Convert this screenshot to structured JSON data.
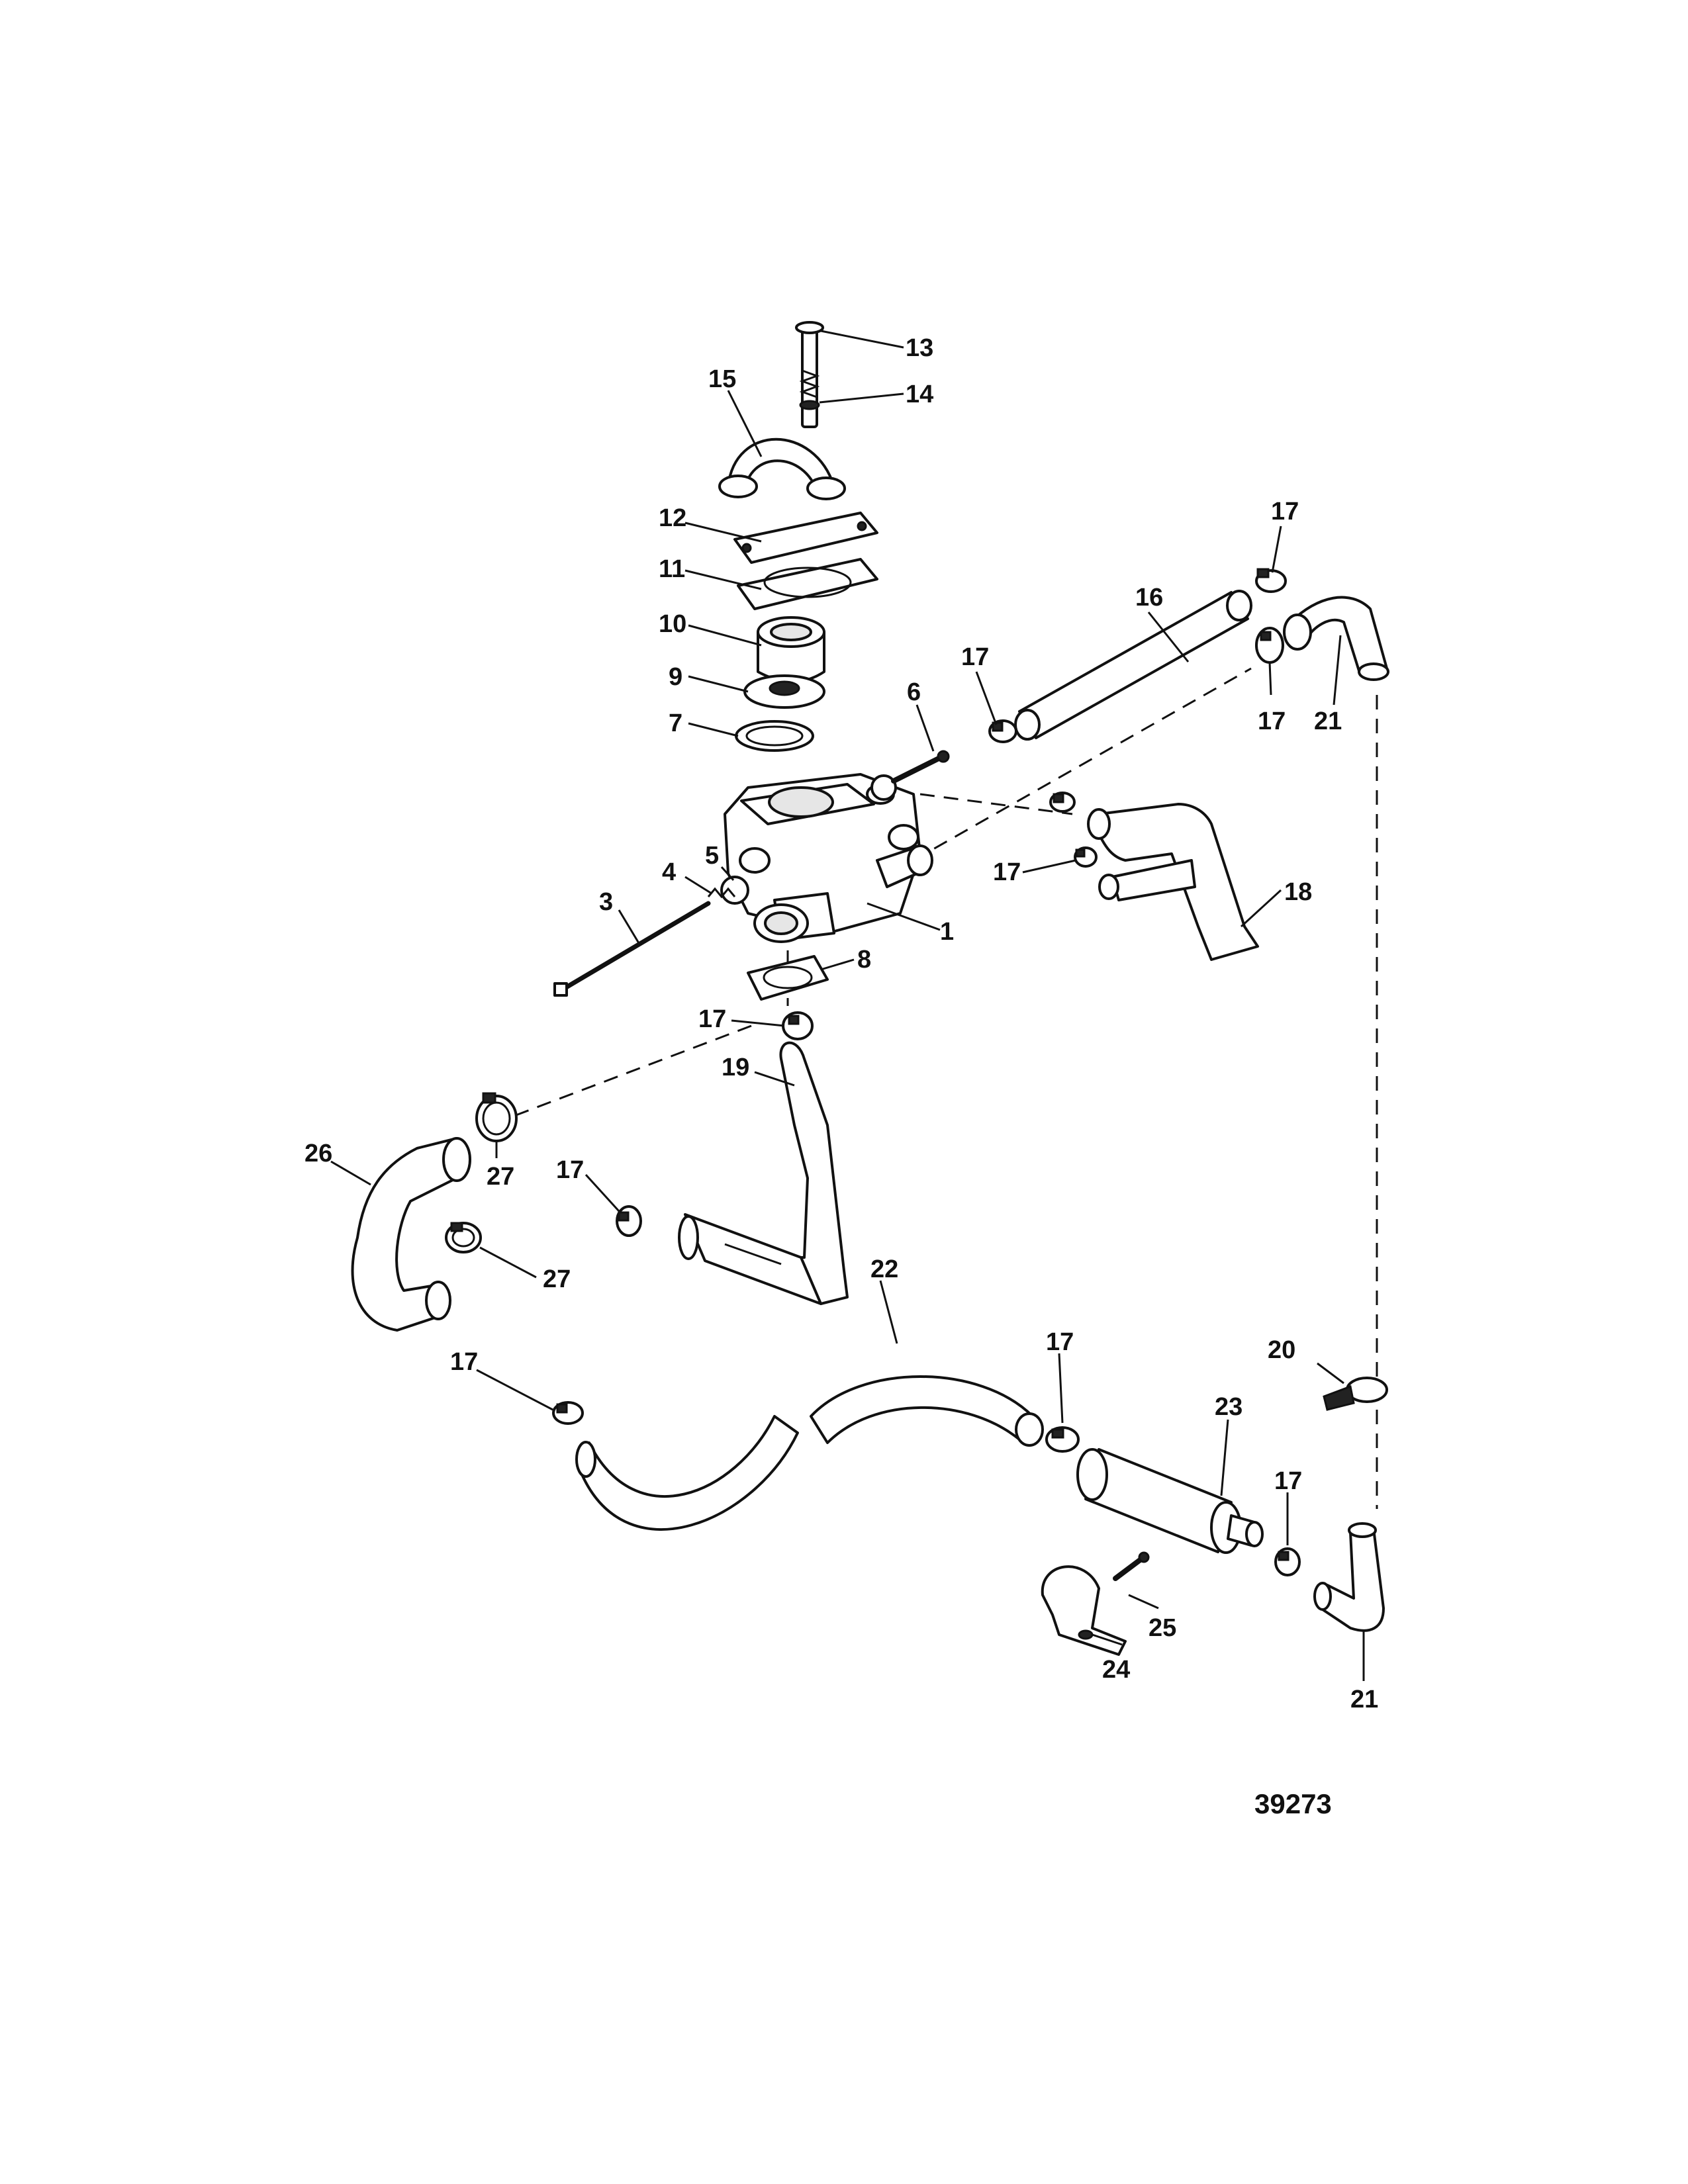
{
  "figure_number": "39273",
  "callouts": {
    "c1": "1",
    "c3": "3",
    "c4": "4",
    "c5": "5",
    "c6": "6",
    "c7": "7",
    "c8": "8",
    "c9": "9",
    "c10": "10",
    "c11": "11",
    "c12": "12",
    "c13": "13",
    "c14": "14",
    "c15": "15",
    "c16": "16",
    "c17a": "17",
    "c17b": "17",
    "c17c": "17",
    "c17d": "17",
    "c17e": "17",
    "c17f": "17",
    "c17g": "17",
    "c17h": "17",
    "c17i": "17",
    "c18": "18",
    "c19": "19",
    "c20": "20",
    "c21a": "21",
    "c21b": "21",
    "c22": "22",
    "c23": "23",
    "c24": "24",
    "c25": "25",
    "c26": "26",
    "c27a": "27",
    "c27b": "27"
  }
}
